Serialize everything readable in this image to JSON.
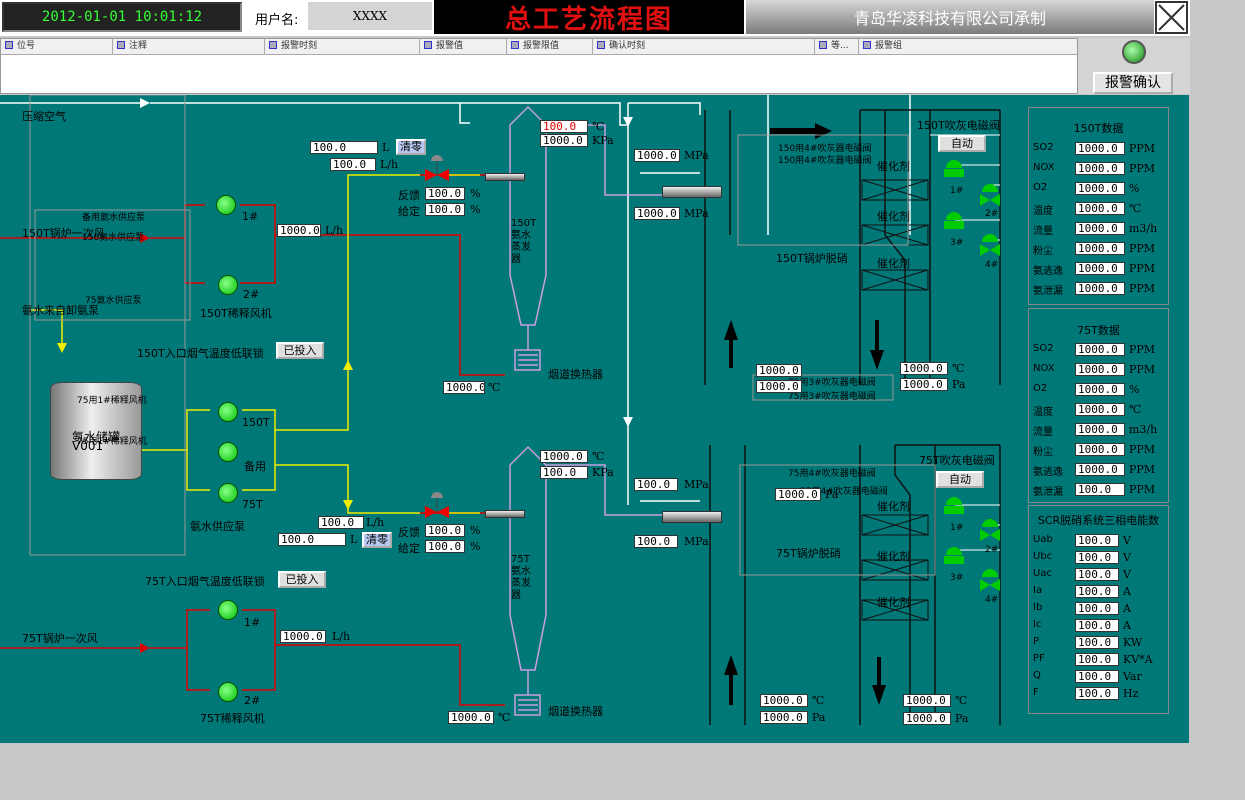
{
  "header": {
    "datetime": "2012-01-01  10:01:12",
    "user_label": "用户名:",
    "user_value": "XXXX",
    "title": "总工艺流程图",
    "company": "青岛华凌科技有限公司承制"
  },
  "alarm": {
    "columns": [
      "位号",
      "注释",
      "报警时刻",
      "报警值",
      "报警限值",
      "确认时刻",
      "等...",
      "报警组"
    ],
    "ack_label": "报警确认"
  },
  "labels": {
    "compressed_air": "压缩空气",
    "ammonia_from_yard": "氨水来自卸氨泵",
    "boiler150_air": "150T锅炉一次风",
    "boiler75_air": "75T锅炉一次风",
    "tank_name": "氨水储罐",
    "tank_id": "V001",
    "supply_pump": "氨水供应泵",
    "dilution150": "150T稀释风机",
    "dilution75": "75T稀释风机",
    "interlock150": "150T入口烟气温度低联锁",
    "interlock75": "75T入口烟气温度低联锁",
    "engaged": "已投入",
    "clear": "清零",
    "feedback": "反馈",
    "setpoint": "给定",
    "evap150": "150T氨水蒸发器",
    "evap75": "75T氨水蒸发器",
    "flue_heater": "烟道换热器",
    "denox150": "150T锅炉脱硝",
    "denox75": "75T锅炉脱硝",
    "catalyst": "催化剂",
    "blowvalve150": "150T吹灰电磁阀",
    "blowvalve75": "75T吹灰电磁阀",
    "auto": "自动",
    "pump1": "1#",
    "pump2": "2#",
    "pump150T": "150T",
    "pumpSpare": "备用",
    "pump75T": "75T",
    "v1": "1#",
    "v2": "2#",
    "v3": "3#",
    "v4": "4#"
  },
  "overlay": {
    "spare_pump": "备用氨水供应泵",
    "pump150": "150氨水供应泵",
    "pump75": "75氨水供应泵",
    "fan_b150": "75用1#稀释风机",
    "fan_b2": "75用1#稀释风机",
    "s150a": "150用4#吹灰器电磁阀",
    "s150b": "150用4#吹灰器电磁阀",
    "s75a": "75用3#吹灰器电磁阀",
    "s75b": "75用3#吹灰器电磁阀",
    "s75c": "75用4#吹灰器电磁阀",
    "s75d": "75用4#吹灰器电磁阀"
  },
  "values": {
    "f150_sp": "100.0",
    "f150_pv": "100.0",
    "f150_fb": "100.0",
    "f150_set": "100.0",
    "dil150": "1000.0",
    "heat150_t": "1000.0",
    "evap150_t": "100.0",
    "evap150_p": "1000.0",
    "mpa150a": "1000.0",
    "mpa150b": "1000.0",
    "f75_pv": "100.0",
    "f75_sp": "100.0",
    "f75_fb": "100.0",
    "f75_set": "100.0",
    "dil75": "1000.0",
    "heat75_t": "1000.0",
    "evap75_t": "1000.0",
    "evap75_p": "100.0",
    "mpa75a": "100.0",
    "mpa75b": "100.0",
    "mid_t1": "1000.0",
    "mid_t2": "1000.0",
    "mid_p1": "1000.0",
    "mid_p2": "1000.0",
    "tl75": "1000.0",
    "bot_t1": "1000.0",
    "bot_p1": "1000.0",
    "bot_t2": "1000.0",
    "bot_p2": "1000.0"
  },
  "units": {
    "L": "L",
    "Lh": "L/h",
    "C": "℃",
    "KPa": "KPa",
    "MPa": "MPa",
    "Pa": "Pa"
  },
  "data150": {
    "title": "150T数据",
    "rows": [
      [
        "SO2",
        "1000.0",
        "PPM"
      ],
      [
        "NOX",
        "1000.0",
        "PPM"
      ],
      [
        "O2",
        "1000.0",
        "%"
      ],
      [
        "温度",
        "1000.0",
        "℃"
      ],
      [
        "流量",
        "1000.0",
        "m3/h"
      ],
      [
        "粉尘",
        "1000.0",
        "PPM"
      ],
      [
        "氨逃逸",
        "1000.0",
        "PPM"
      ],
      [
        "氨泄漏",
        "1000.0",
        "PPM"
      ]
    ]
  },
  "data75": {
    "title": "75T数据",
    "rows": [
      [
        "SO2",
        "1000.0",
        "PPM"
      ],
      [
        "NOX",
        "1000.0",
        "PPM"
      ],
      [
        "O2",
        "1000.0",
        "%"
      ],
      [
        "温度",
        "1000.0",
        "℃"
      ],
      [
        "流量",
        "1000.0",
        "m3/h"
      ],
      [
        "粉尘",
        "1000.0",
        "PPM"
      ],
      [
        "氨逃逸",
        "1000.0",
        "PPM"
      ],
      [
        "氨泄漏",
        "100.0",
        "PPM"
      ]
    ]
  },
  "energy": {
    "title": "SCR脱硝系统三相电能数",
    "rows": [
      [
        "Uab",
        "100.0",
        "V"
      ],
      [
        "Ubc",
        "100.0",
        "V"
      ],
      [
        "Uac",
        "100.0",
        "V"
      ],
      [
        "Ia",
        "100.0",
        "A"
      ],
      [
        "Ib",
        "100.0",
        "A"
      ],
      [
        "Ic",
        "100.0",
        "A"
      ],
      [
        "P",
        "100.0",
        "KW"
      ],
      [
        "PF",
        "100.0",
        "KV*A"
      ],
      [
        "Q",
        "100.0",
        "Var"
      ],
      [
        "F",
        "100.0",
        "Hz"
      ]
    ]
  }
}
